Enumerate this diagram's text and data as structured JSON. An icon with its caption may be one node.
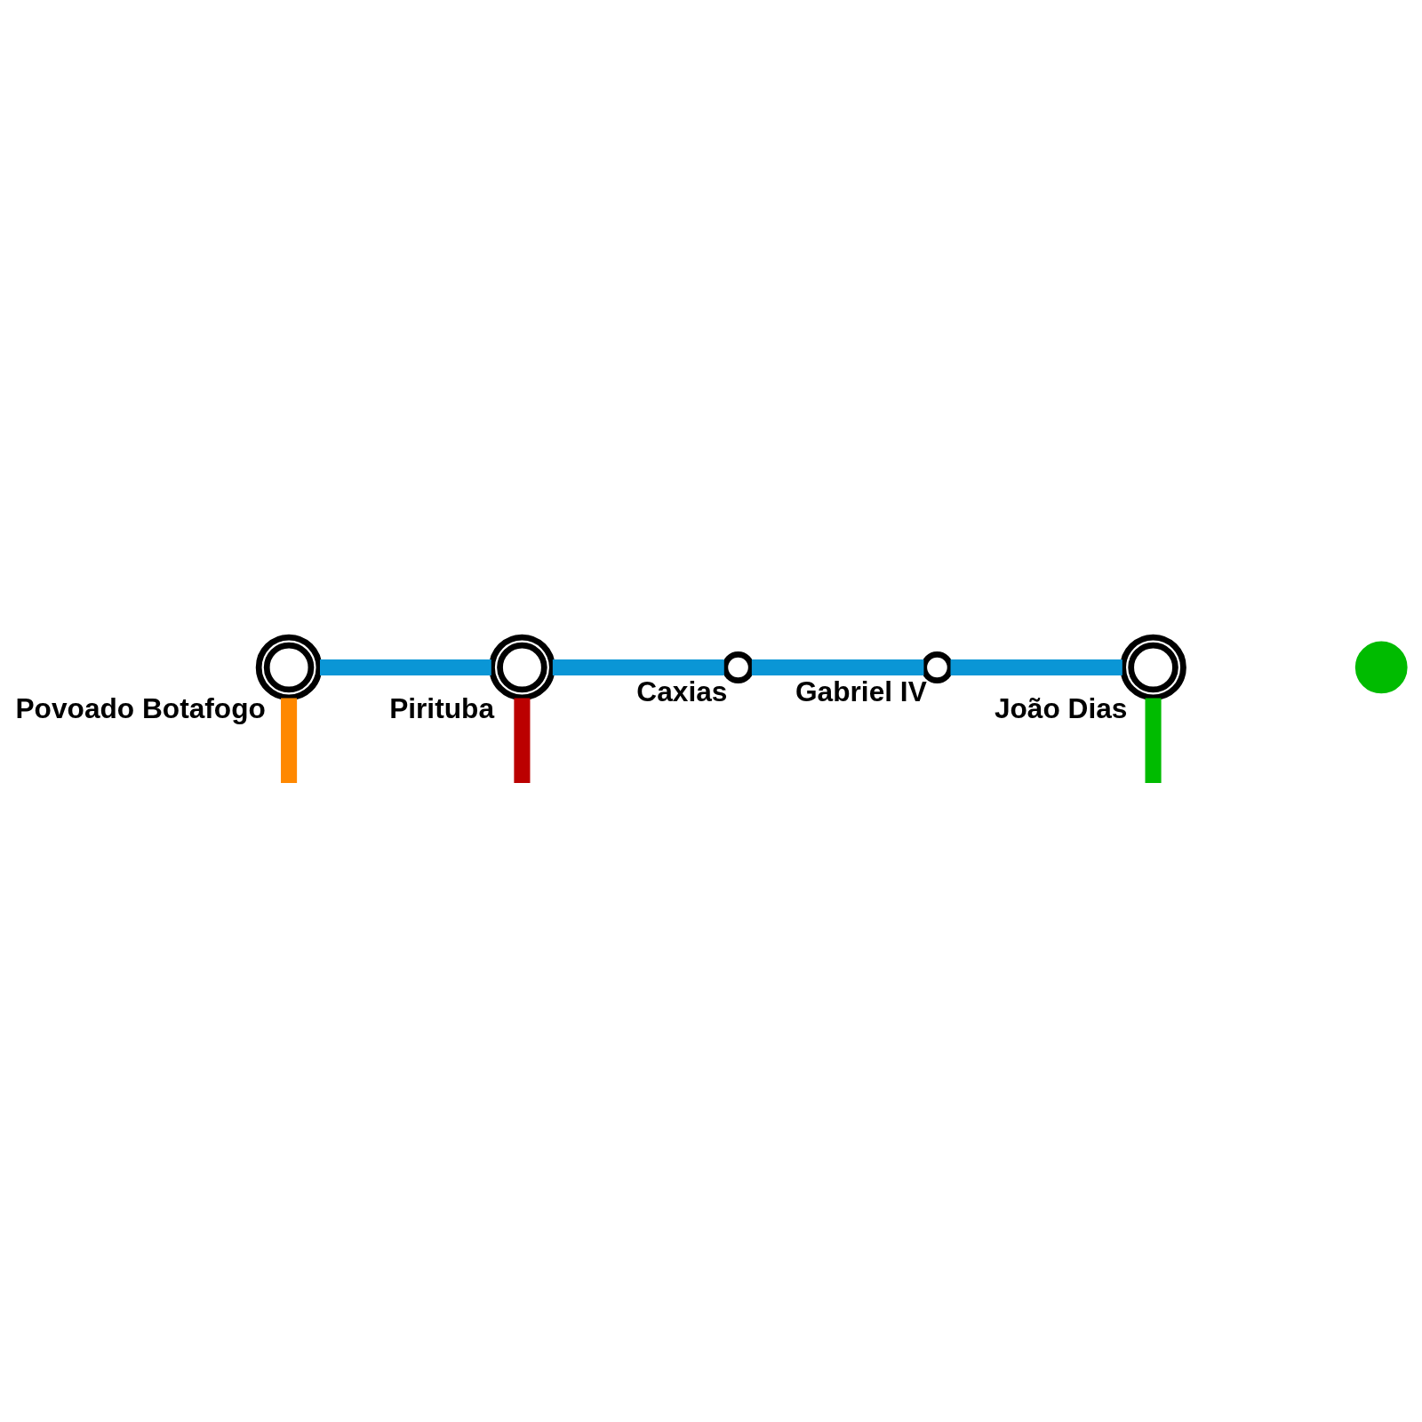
{
  "diagram": {
    "nodes": [
      {
        "text": [
          "Povoado Botafogo"
        ]
      },
      {
        "text": [
          "Pirituba"
        ]
      },
      {
        "text": [
          "Caxias"
        ]
      },
      {
        "text": [
          "Gabriel IV"
        ]
      },
      {
        "text": [
          "João Dias"
        ]
      },
      {
        "text": [],
        "shape": "circle"
      }
    ],
    "edges": [
      {
        "from": 0,
        "to": 1,
        "arrow": "none"
      },
      {
        "from": 1,
        "to": 2,
        "arrow": "none"
      },
      {
        "from": 2,
        "to": 3,
        "arrow": "none"
      },
      {
        "from": 3,
        "to": 4,
        "arrow": "none"
      },
      {
        "from": 0,
        "to": null,
        "arrow": "none",
        "color": "#ff8800"
      },
      {
        "from": 1,
        "to": null,
        "arrow": "none",
        "color": "#bb0000"
      },
      {
        "from": 4,
        "to": null,
        "arrow": "none",
        "color": "#00bb00"
      }
    ]
  }
}
